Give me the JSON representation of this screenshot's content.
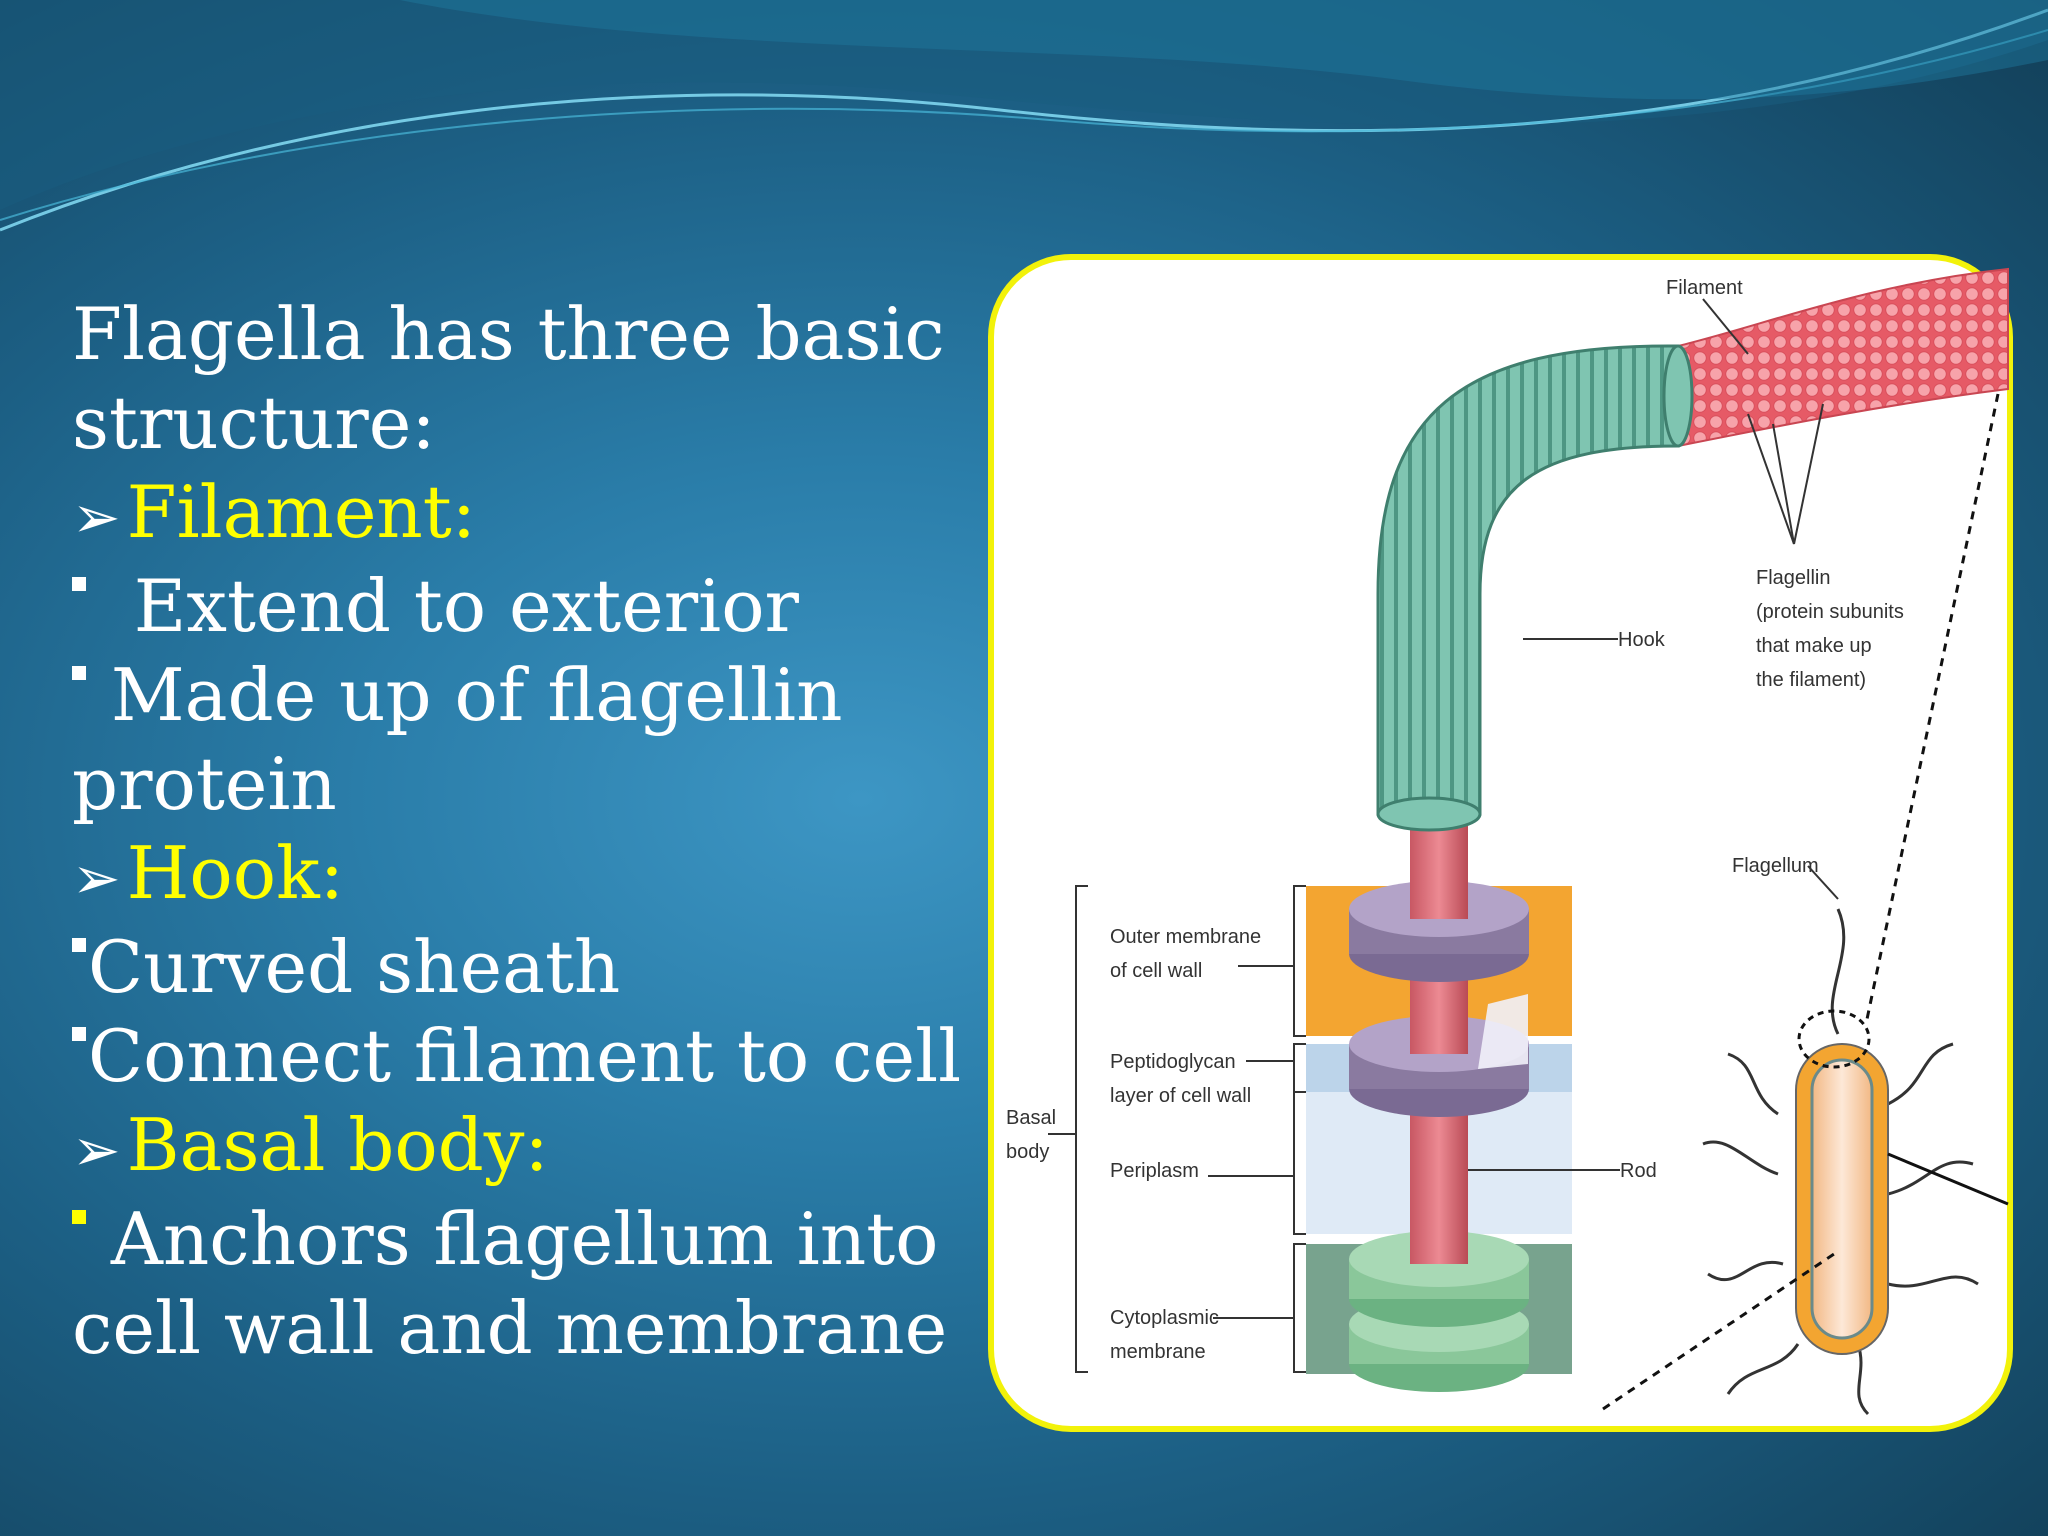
{
  "slide": {
    "heading_line1": "Flagella has three basic",
    "heading_line2": "structure:",
    "sections": [
      {
        "title": "Filament:",
        "bullets": [
          "Extend to exterior",
          "Made up of flagellin",
          "protein"
        ]
      },
      {
        "title": "Hook:",
        "bullets": [
          "Curved sheath",
          "Connect filament to cell"
        ]
      },
      {
        "title": "Basal body:",
        "bullets": [
          "Anchors flagellum into",
          "cell wall and membrane"
        ]
      }
    ]
  },
  "figure": {
    "labels": {
      "filament": "Filament",
      "flagellin_1": "Flagellin",
      "flagellin_2": "(protein subunits",
      "flagellin_3": "that make up",
      "flagellin_4": "the filament)",
      "hook": "Hook",
      "flagellum": "Flagellum",
      "outer_membrane_1": "Outer membrane",
      "outer_membrane_2": "of cell wall",
      "peptidoglycan_1": "Peptidoglycan",
      "peptidoglycan_2": "layer of cell wall",
      "basal_1": "Basal",
      "basal_2": "body",
      "periplasm": "Periplasm",
      "rod": "Rod",
      "cytoplasmic_1": "Cytoplasmic",
      "cytoplasmic_2": "membrane"
    },
    "colors": {
      "frame_border": "#f2f20a",
      "hook": "#6fb8a4",
      "filament": "#e9656f",
      "rod": "#d9707a",
      "rings_upper": "#8a7aa0",
      "rings_lower": "#8ac79a",
      "outer_membrane": "#f3a531",
      "peptidoglycan": "#bcd4ea",
      "periplasm": "#dfeaf6",
      "cytoplasmic_membrane": "#78a38e"
    }
  }
}
